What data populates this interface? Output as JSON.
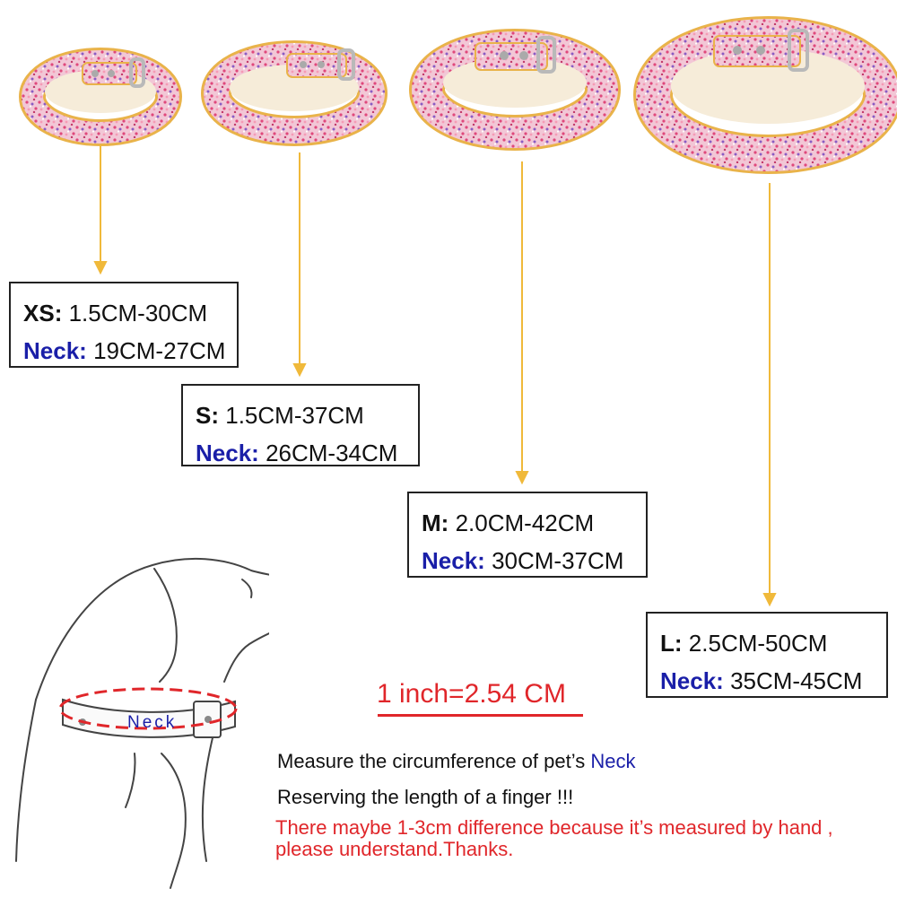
{
  "sizes": [
    {
      "size": "XS",
      "width_length": "1.5CM-30CM",
      "neck_label": "Neck",
      "neck_range": "19CM-27CM"
    },
    {
      "size": "S",
      "width_length": "1.5CM-37CM",
      "neck_label": "Neck",
      "neck_range": "26CM-34CM"
    },
    {
      "size": "M",
      "width_length": "2.0CM-42CM",
      "neck_label": "Neck",
      "neck_range": "30CM-37CM"
    },
    {
      "size": "L",
      "width_length": "2.5CM-50CM",
      "neck_label": "Neck",
      "neck_range": "35CM-45CM"
    }
  ],
  "separator": ":",
  "conversion": "1 inch=2.54 CM",
  "diagram_neck_label": "Neck",
  "instructions": {
    "measure_prefix": "Measure the circumference of pet’s ",
    "measure_highlight": "Neck",
    "reserve": "Reserving the length of a finger !!!",
    "note": "There maybe 1-3cm difference because it’s measured by hand , please understand.Thanks."
  },
  "colors": {
    "arrow": "#f0b93a",
    "collar_rim": "#e9b34a",
    "glitter_pink": "#e0487c",
    "glitter_purple": "#8a5cc4",
    "neck_text": "#1a1fa8",
    "warning_text": "#e0262a",
    "dog_outline": "#444444"
  }
}
